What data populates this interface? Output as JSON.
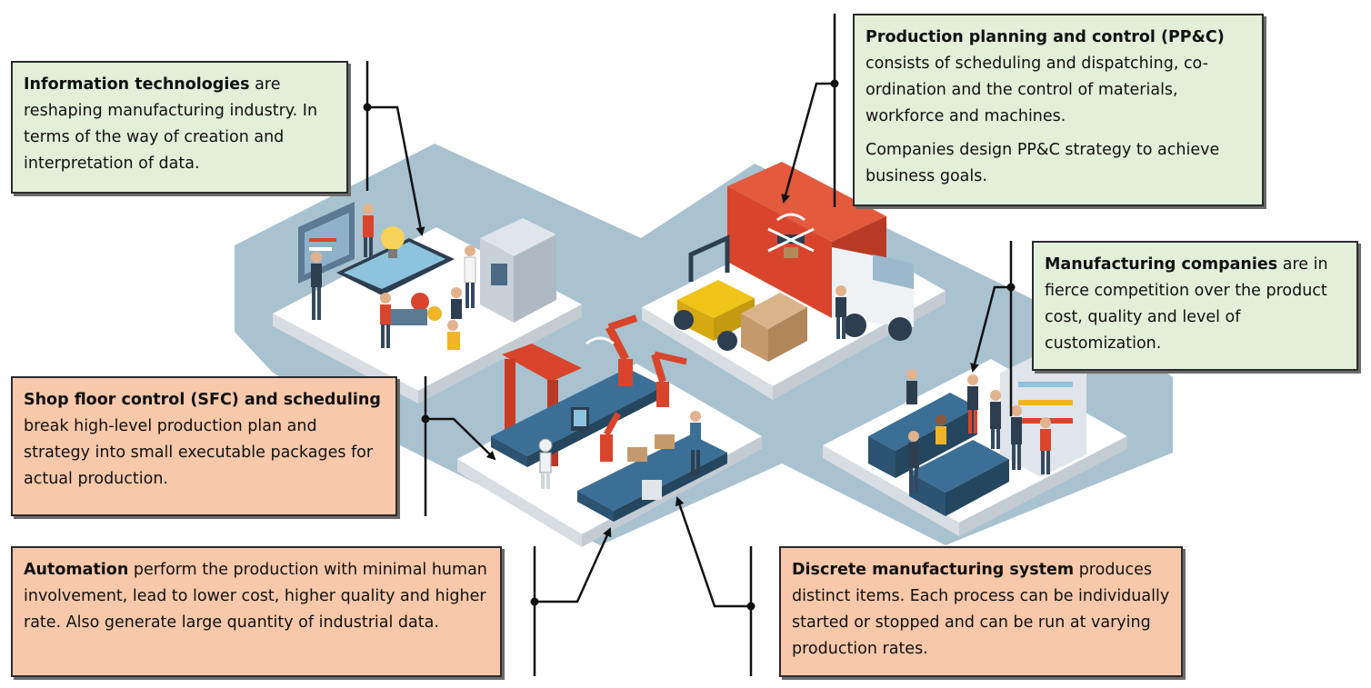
{
  "callouts": {
    "info_tech": {
      "title": "Information technologies",
      "text": " are reshaping manufacturing industry. In terms of the way of creation and interpretation of data."
    },
    "ppc": {
      "title": "Production planning and control (PP&C)",
      "text": " consists of scheduling and dispatching, co-ordination and the control of materials, workforce and machines.",
      "text2": "Companies design PP&C strategy to achieve business goals."
    },
    "mfg_companies": {
      "title": "Manufacturing companies",
      "text": " are in fierce competition over the product cost, quality and level of customization."
    },
    "sfc": {
      "title": "Shop floor control (SFC) and scheduling",
      "text": " break high-level production plan and strategy into small executable packages for actual production."
    },
    "automation": {
      "title": "Automation",
      "text": " perform the production with minimal human involvement, lead to lower cost, higher quality and higher rate. Also generate large quantity of industrial data."
    },
    "discrete": {
      "title": "Discrete manufacturing system",
      "text": " produces distinct items. Each process can be individually started or stopped and can be run at varying production rates."
    }
  },
  "colors": {
    "green_box": "#e2efd9",
    "orange_box": "#f7c8aa",
    "floor": "#a9c2cf",
    "platform": "#ffffff",
    "conveyor": "#3c6f95",
    "robot": "#d8452c",
    "truck": "#d8452c"
  },
  "icons": [
    "lightbulb-icon",
    "gear-icon",
    "drone-icon",
    "wifi-icon",
    "forklift-icon",
    "truck-icon",
    "robot-arm-icon"
  ]
}
